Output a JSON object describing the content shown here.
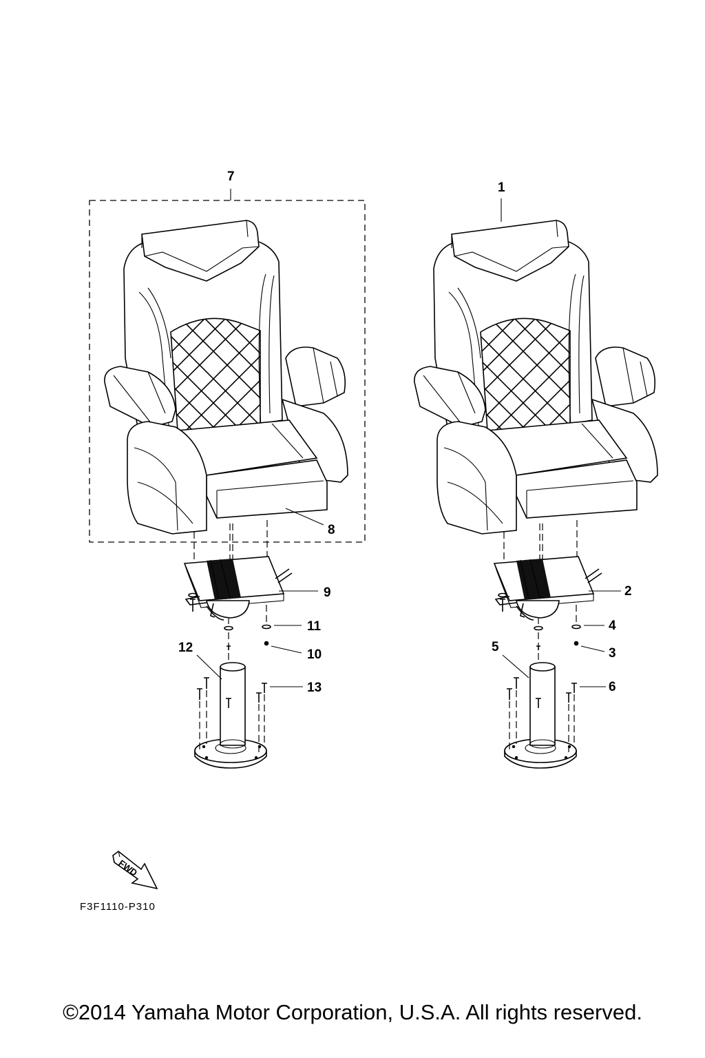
{
  "callouts": [
    "7",
    "1",
    "8",
    "9",
    "2",
    "11",
    "4",
    "10",
    "3",
    "12",
    "5",
    "13",
    "6"
  ],
  "fwd_label": "FWD",
  "figure_code": "F3F1110-P310",
  "copyright": "©2014 Yamaha Motor Corporation, U.S.A. All rights reserved."
}
